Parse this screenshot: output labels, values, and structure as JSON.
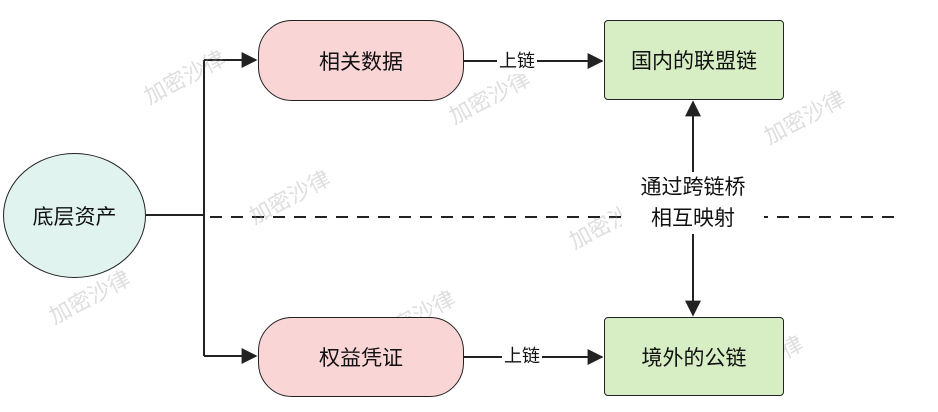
{
  "nodes": {
    "asset": "底层资产",
    "data": "相关数据",
    "rights": "权益凭证",
    "domestic_chain": "国内的联盟链",
    "overseas_chain": "境外的公链"
  },
  "edges": {
    "upchain_top": "上链",
    "upchain_bottom": "上链"
  },
  "bridge": {
    "line1": "通过跨链桥",
    "line2": "相互映射"
  },
  "watermark": "加密沙律",
  "colors": {
    "circle_fill": "#e1f3ef",
    "pill_fill": "#f9d5d6",
    "rect_fill": "#d7edc4",
    "stroke": "#222222"
  }
}
